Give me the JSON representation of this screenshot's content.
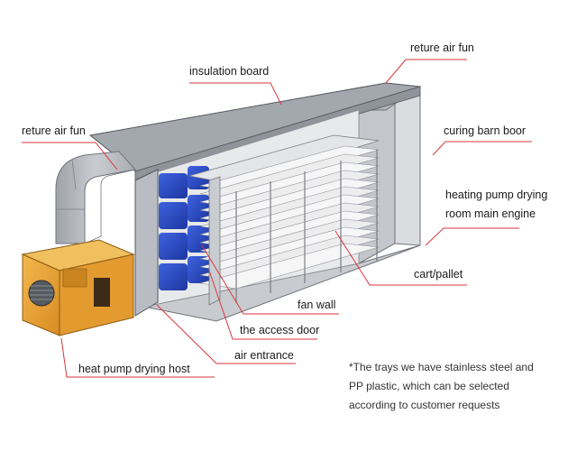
{
  "labels": {
    "insulation_board": "insulation board",
    "reture_air_fun_top": "reture air fun",
    "reture_air_fun_left": "reture air fun",
    "curing_barn_door": "curing barn boor",
    "heating_pump_line1": "heating pump drying",
    "heating_pump_line2": "room main engine",
    "cart_pallet": "cart/pallet",
    "fan_wall": "fan wall",
    "access_door": "the access door",
    "air_entrance": "air entrance",
    "heat_pump_host": "heat pump drying host"
  },
  "note": {
    "line1": "*The trays we have stainless steel and",
    "line2": "PP plastic, which can be selected",
    "line3": "according to customer requests"
  },
  "colors": {
    "leader_line": "#d9363e",
    "panel_top": "#a3a7ae",
    "panel_side": "#b9bcc2",
    "host_orange": "#e9a63a",
    "fan_blue": "#2f4fc4"
  }
}
